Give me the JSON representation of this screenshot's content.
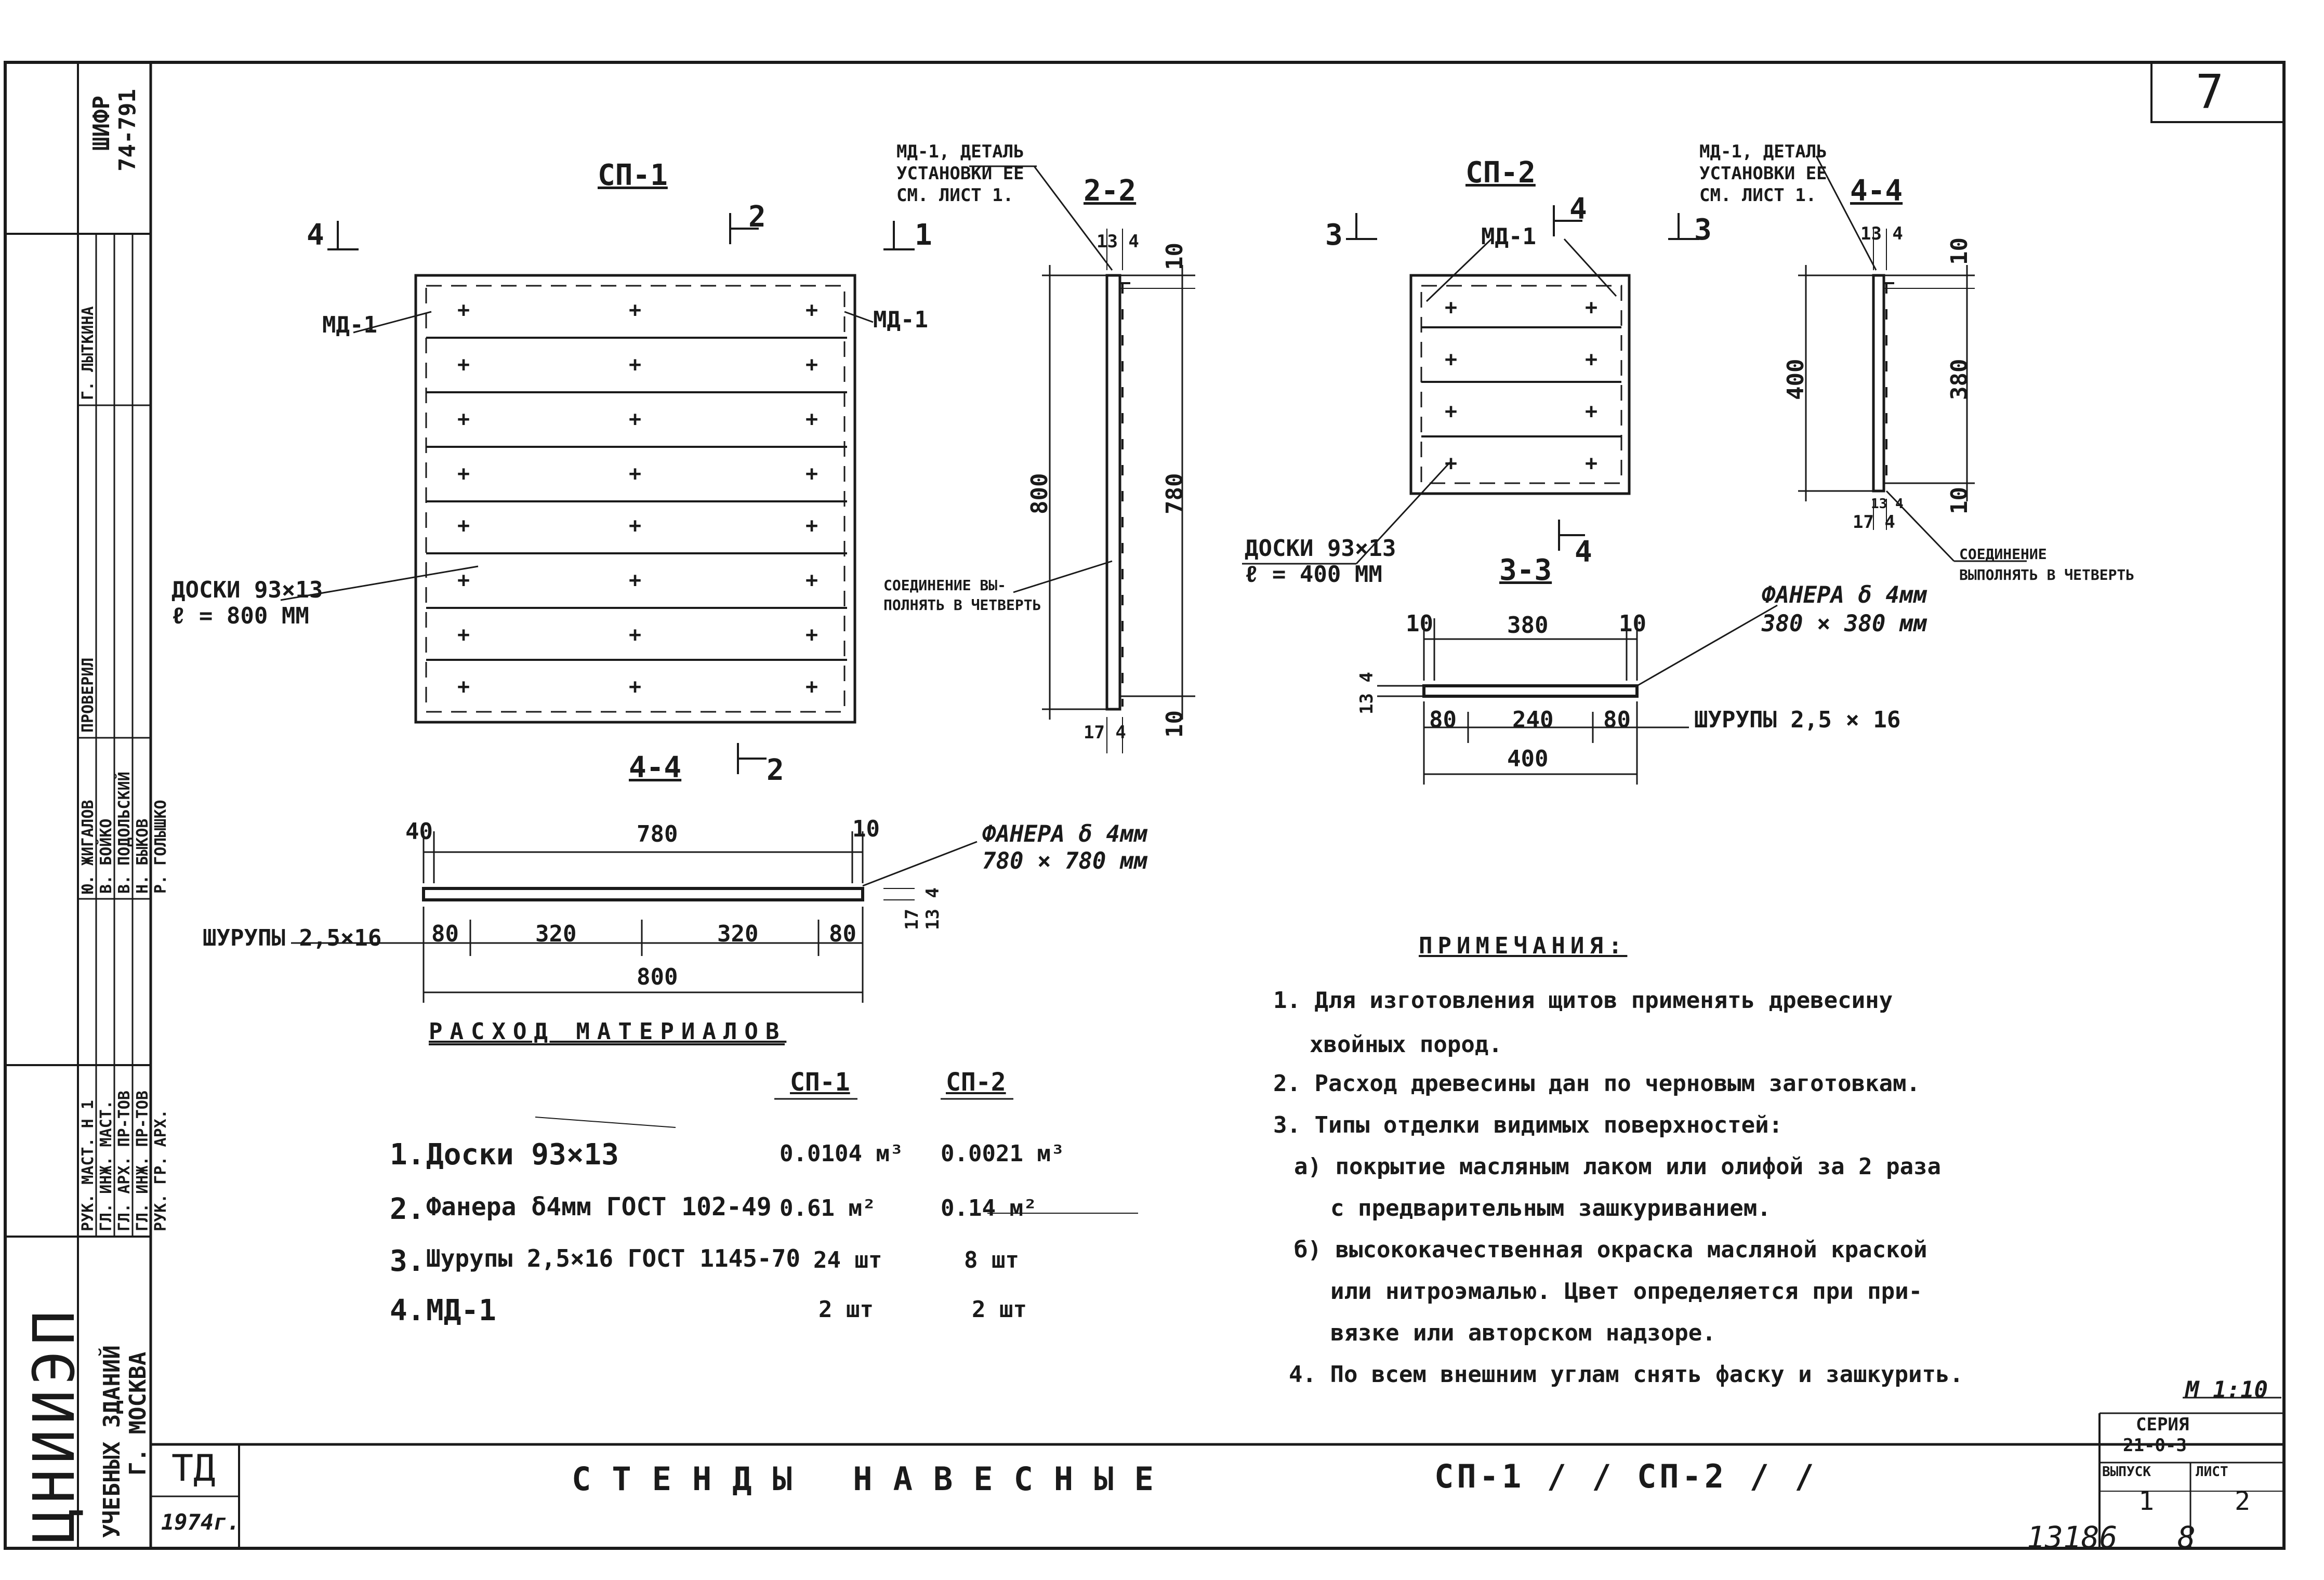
{
  "sheet": {
    "page_number": "7",
    "shifr_label": "ШИФР",
    "shifr_value": "74-791",
    "scale": "М 1:10",
    "stamp_number": "13186",
    "stamp_tail": "8"
  },
  "sp1": {
    "title": "СП-1",
    "marker_top_left": "4",
    "marker_top_mid": "2",
    "marker_top_right": "1",
    "marker_bottom": "2",
    "md_left": "МД-1",
    "md_right": "МД-1",
    "boards_label_1": "ДОСКИ 93×13",
    "boards_label_2": "ℓ = 800 ММ",
    "section_22_title": "2-2",
    "md_detail_1": "МД-1, ДЕТАЛЬ",
    "md_detail_2": "УСТАНОВКИ ЕЕ",
    "md_detail_3": "СМ. ЛИСТ 1.",
    "dim_134": "13 4",
    "dim_10_top": "10",
    "dim_800": "800",
    "dim_780": "780",
    "dim_10_bottom": "10",
    "dim_174": "17 4",
    "joint_1": "СОЕДИНЕНИЕ ВЫ-",
    "joint_2": "ПОЛНЯТЬ В ЧЕТВЕРТЬ",
    "section_44_title": "4-4",
    "dim_40_left": "40",
    "dim_780_top": "780",
    "dim_40_right": "10",
    "plywood_1": "ФАНЕРА δ 4мм",
    "plywood_2": "780 × 780 мм",
    "dim_17": "17",
    "dim_134_side": "13 4",
    "screws": "ШУРУПЫ 2,5×16",
    "dim_80_a": "80",
    "dim_320_a": "320",
    "dim_320_b": "320",
    "dim_80_b": "80",
    "dim_800_total": "800"
  },
  "sp2": {
    "title": "СП-2",
    "marker_left": "3",
    "marker_top": "4",
    "marker_right": "3",
    "marker_bottom": "4",
    "md_label": "МД-1",
    "boards_1": "ДОСКИ 93×13",
    "boards_2": "ℓ = 400 ММ",
    "section_44_title": "4-4",
    "md_detail_1": "МД-1, ДЕТАЛЬ",
    "md_detail_2": "УСТАНОВКИ ЕЕ",
    "md_detail_3": "СМ. ЛИСТ 1.",
    "dim_134": "13 4",
    "dim_10_top": "10",
    "dim_400": "400",
    "dim_380": "380",
    "dim_10_bottom": "10",
    "dim_174": "17 4",
    "dim_134_bottom": "13 4",
    "joint_1": "СОЕДИНЕНИЕ",
    "joint_2": "ВЫПОЛНЯТЬ В ЧЕТВЕРТЬ",
    "section_33_title": "3-3",
    "dim_10_left": "10",
    "dim_380_top": "380",
    "dim_10_right": "10",
    "plywood_1": "ФАНЕРА δ 4мм",
    "plywood_2": "380 × 380 мм",
    "dim_134_left": "13 4",
    "dim_80_a": "80",
    "dim_240": "240",
    "dim_80_b": "80",
    "dim_400_total": "400",
    "screws": "ШУРУПЫ 2,5 × 16"
  },
  "materials": {
    "title": "РАСХОД МАТЕРИАЛОВ",
    "col_sp1": "СП-1",
    "col_sp2": "СП-2",
    "rows": [
      {
        "num": "1.",
        "name": "Доски 93×13",
        "sp1": "0.0104 м³",
        "sp2": "0.0021 м³"
      },
      {
        "num": "2.",
        "name": "Фанера δ4мм ГОСТ 102-49",
        "sp1": "0.61 м²",
        "sp2": "0.14 м²"
      },
      {
        "num": "3.",
        "name": "Шурупы 2,5×16 ГОСТ 1145-70",
        "sp1": "24 шт",
        "sp2": "8 шт"
      },
      {
        "num": "4.",
        "name": "МД-1",
        "sp1": "2 шт",
        "sp2": "2 шт"
      }
    ]
  },
  "notes": {
    "title": "ПРИМЕЧАНИЯ:",
    "lines": [
      "1. Для изготовления щитов применять древесину",
      "хвойных пород.",
      "2. Расход древесины дан по черновым заготовкам.",
      "3. Типы отделки видимых поверхностей:",
      "а) покрытие масляным лаком или олифой за 2 раза",
      "с предварительным зашкуриванием.",
      "б) высококачественная окраска масляной краской",
      "или нитроэмалью. Цвет определяется при при-",
      "вязке или авторском надзоре.",
      "4. По всем внешним углам снять фаску и зашкурить."
    ]
  },
  "titleblock": {
    "org_main": "ЦНИИЭП",
    "org_sub_1": "УЧЕБНЫХ ЗДАНИЙ",
    "org_sub_2": "Г. МОСКВА",
    "roles": [
      "РУК. МАСТ. Н 1",
      "ГЛ. ИНЖ. МАСТ.",
      "ГЛ. АРХ. ПР-ТОВ",
      "ГЛ. ИНЖ. ПР-ТОВ",
      "РУК. ГР. АРХ."
    ],
    "names": [
      "Ю. ЖИГАЛОВ",
      "В. БОЙКО",
      "В. ПОДОЛЬСКИЙ",
      "Н. БЫКОВ",
      "Р. ГОЛЫШКО"
    ],
    "checked_label": "ПРОВЕРИЛ",
    "checked_name": "Г. ЛЫТКИНА",
    "td_label": "ТД",
    "year": "1974г.",
    "title": "СТЕНДЫ НАВЕСНЫЕ",
    "codes": "СП-1 / / СП-2 / /",
    "series_label": "СЕРИЯ",
    "series_value": "21-0-3",
    "issue_label": "ВЫПУСК",
    "issue_value": "1",
    "sheet_label": "ЛИСТ",
    "sheet_value": "2"
  }
}
